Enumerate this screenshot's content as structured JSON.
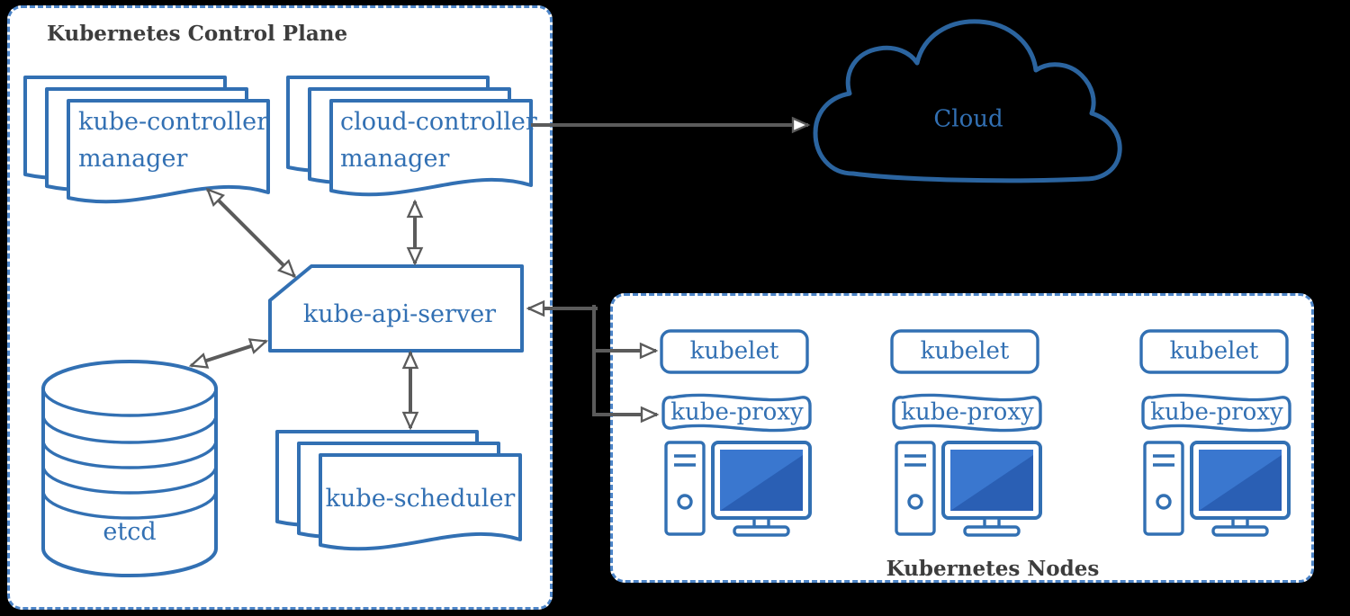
{
  "colors": {
    "diagram_blue": "#3270b3",
    "dashed_border_blue": "#4d85c8",
    "cloud_outline_blue": "#2b649f",
    "arrow_gray": "#5b5b5b",
    "screen_blue_light": "#3a77cf",
    "screen_blue_dark": "#2a5fb4",
    "title_gray": "#3d3d3d",
    "background": "#000000",
    "panel_white": "#ffffff"
  },
  "control_plane": {
    "title": "Kubernetes Control Plane",
    "kube_controller_manager": {
      "line1": "kube-controller",
      "line2": "manager"
    },
    "cloud_controller_manager": {
      "line1": "cloud-controller",
      "line2": "manager"
    },
    "kube_api_server": "kube-api-server",
    "etcd": "etcd",
    "kube_scheduler": "kube-scheduler"
  },
  "cloud": {
    "label": "Cloud"
  },
  "nodes_panel": {
    "title": "Kubernetes Nodes",
    "nodes": [
      {
        "kubelet": "kubelet",
        "kube_proxy": "kube-proxy"
      },
      {
        "kubelet": "kubelet",
        "kube_proxy": "kube-proxy"
      },
      {
        "kubelet": "kubelet",
        "kube_proxy": "kube-proxy"
      }
    ]
  }
}
